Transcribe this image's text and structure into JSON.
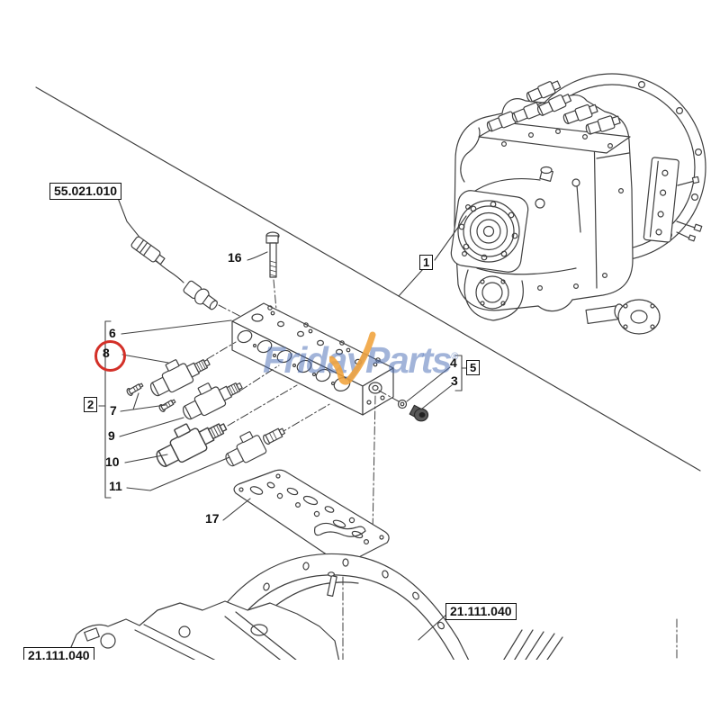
{
  "diagram": {
    "title_context": "transmission solenoid valve exploded parts diagram",
    "watermark": {
      "brand_first": "Friday",
      "brand_second": "Parts",
      "registered": "®"
    },
    "ref_boxes": {
      "top_left": "55.021.010",
      "bottom_left": "21.111.040",
      "bottom_right": "21.111.040"
    },
    "callouts": {
      "main_assembly": "1",
      "solenoid_group": "2",
      "bolt": "3",
      "washer": "4",
      "bolt_group": "5",
      "valve_body": "6",
      "screws": "7",
      "solenoid_highlighted": "8",
      "solenoid_b": "9",
      "solenoid_c": "10",
      "solenoid_d": "11",
      "long_bolt": "16",
      "gasket": "17"
    },
    "highlight": {
      "part": "8",
      "color": "#d33028"
    },
    "colors": {
      "line": "#3f3f3f",
      "background": "#ffffff",
      "watermark_blue": "#4d70b7",
      "watermark_orange": "#f0a23a"
    }
  }
}
